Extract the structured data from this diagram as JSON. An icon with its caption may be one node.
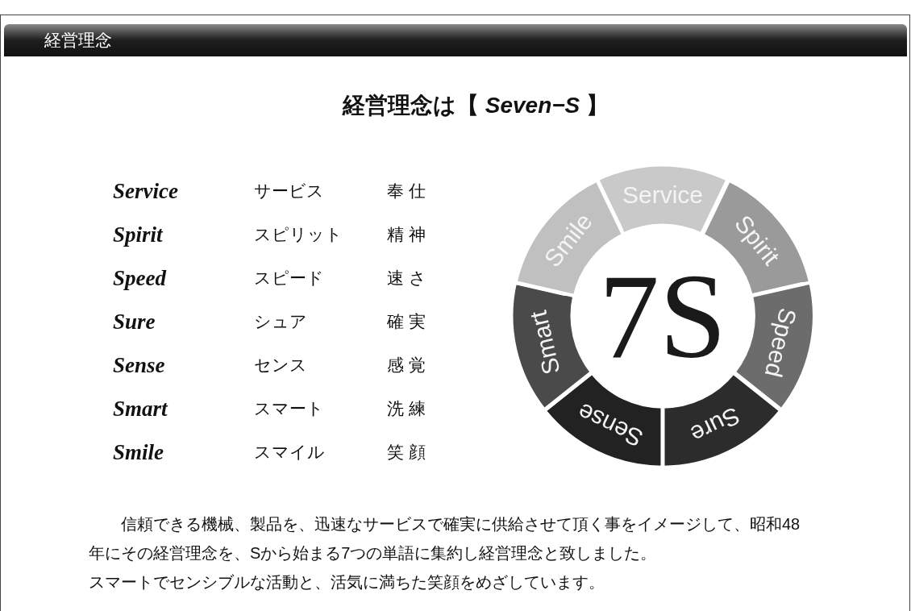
{
  "diagram": {
    "title": "経営理念は【 *Seven−S* 】",
    "nodes": [
      {
        "text": [
          "Service"
        ]
      },
      {
        "text": [
          "Spirit"
        ]
      },
      {
        "text": [
          "Speed"
        ]
      },
      {
        "text": [
          "Sure"
        ]
      },
      {
        "text": [
          "Sense"
        ]
      },
      {
        "text": [
          "Smart"
        ]
      },
      {
        "text": [
          "Smile"
        ]
      },
      {
        "text": [
          "7S"
        ]
      }
    ],
    "labels": [
      "経営理念",
      "Service",
      "サービス",
      "奉 仕",
      "Spirit",
      "スピリット",
      "精 神",
      "Speed",
      "スピード",
      "速 さ",
      "Sure",
      "シュア",
      "確 実",
      "Sense",
      "センス",
      "感 覚",
      "Smart",
      "スマート",
      "洗 練",
      "Smile",
      "スマイル",
      "笑 顔",
      "信頼できる機械、製品を、迅速なサービスで確実に供給させて頂く事をイメージして、昭和48年にその経営理念を、Sから始まる7つの単語に集約し経営理念と致しました。",
      "スマートでセンシブルな活動と、活気に満ちた笑顔をめざしています。"
    ]
  }
}
